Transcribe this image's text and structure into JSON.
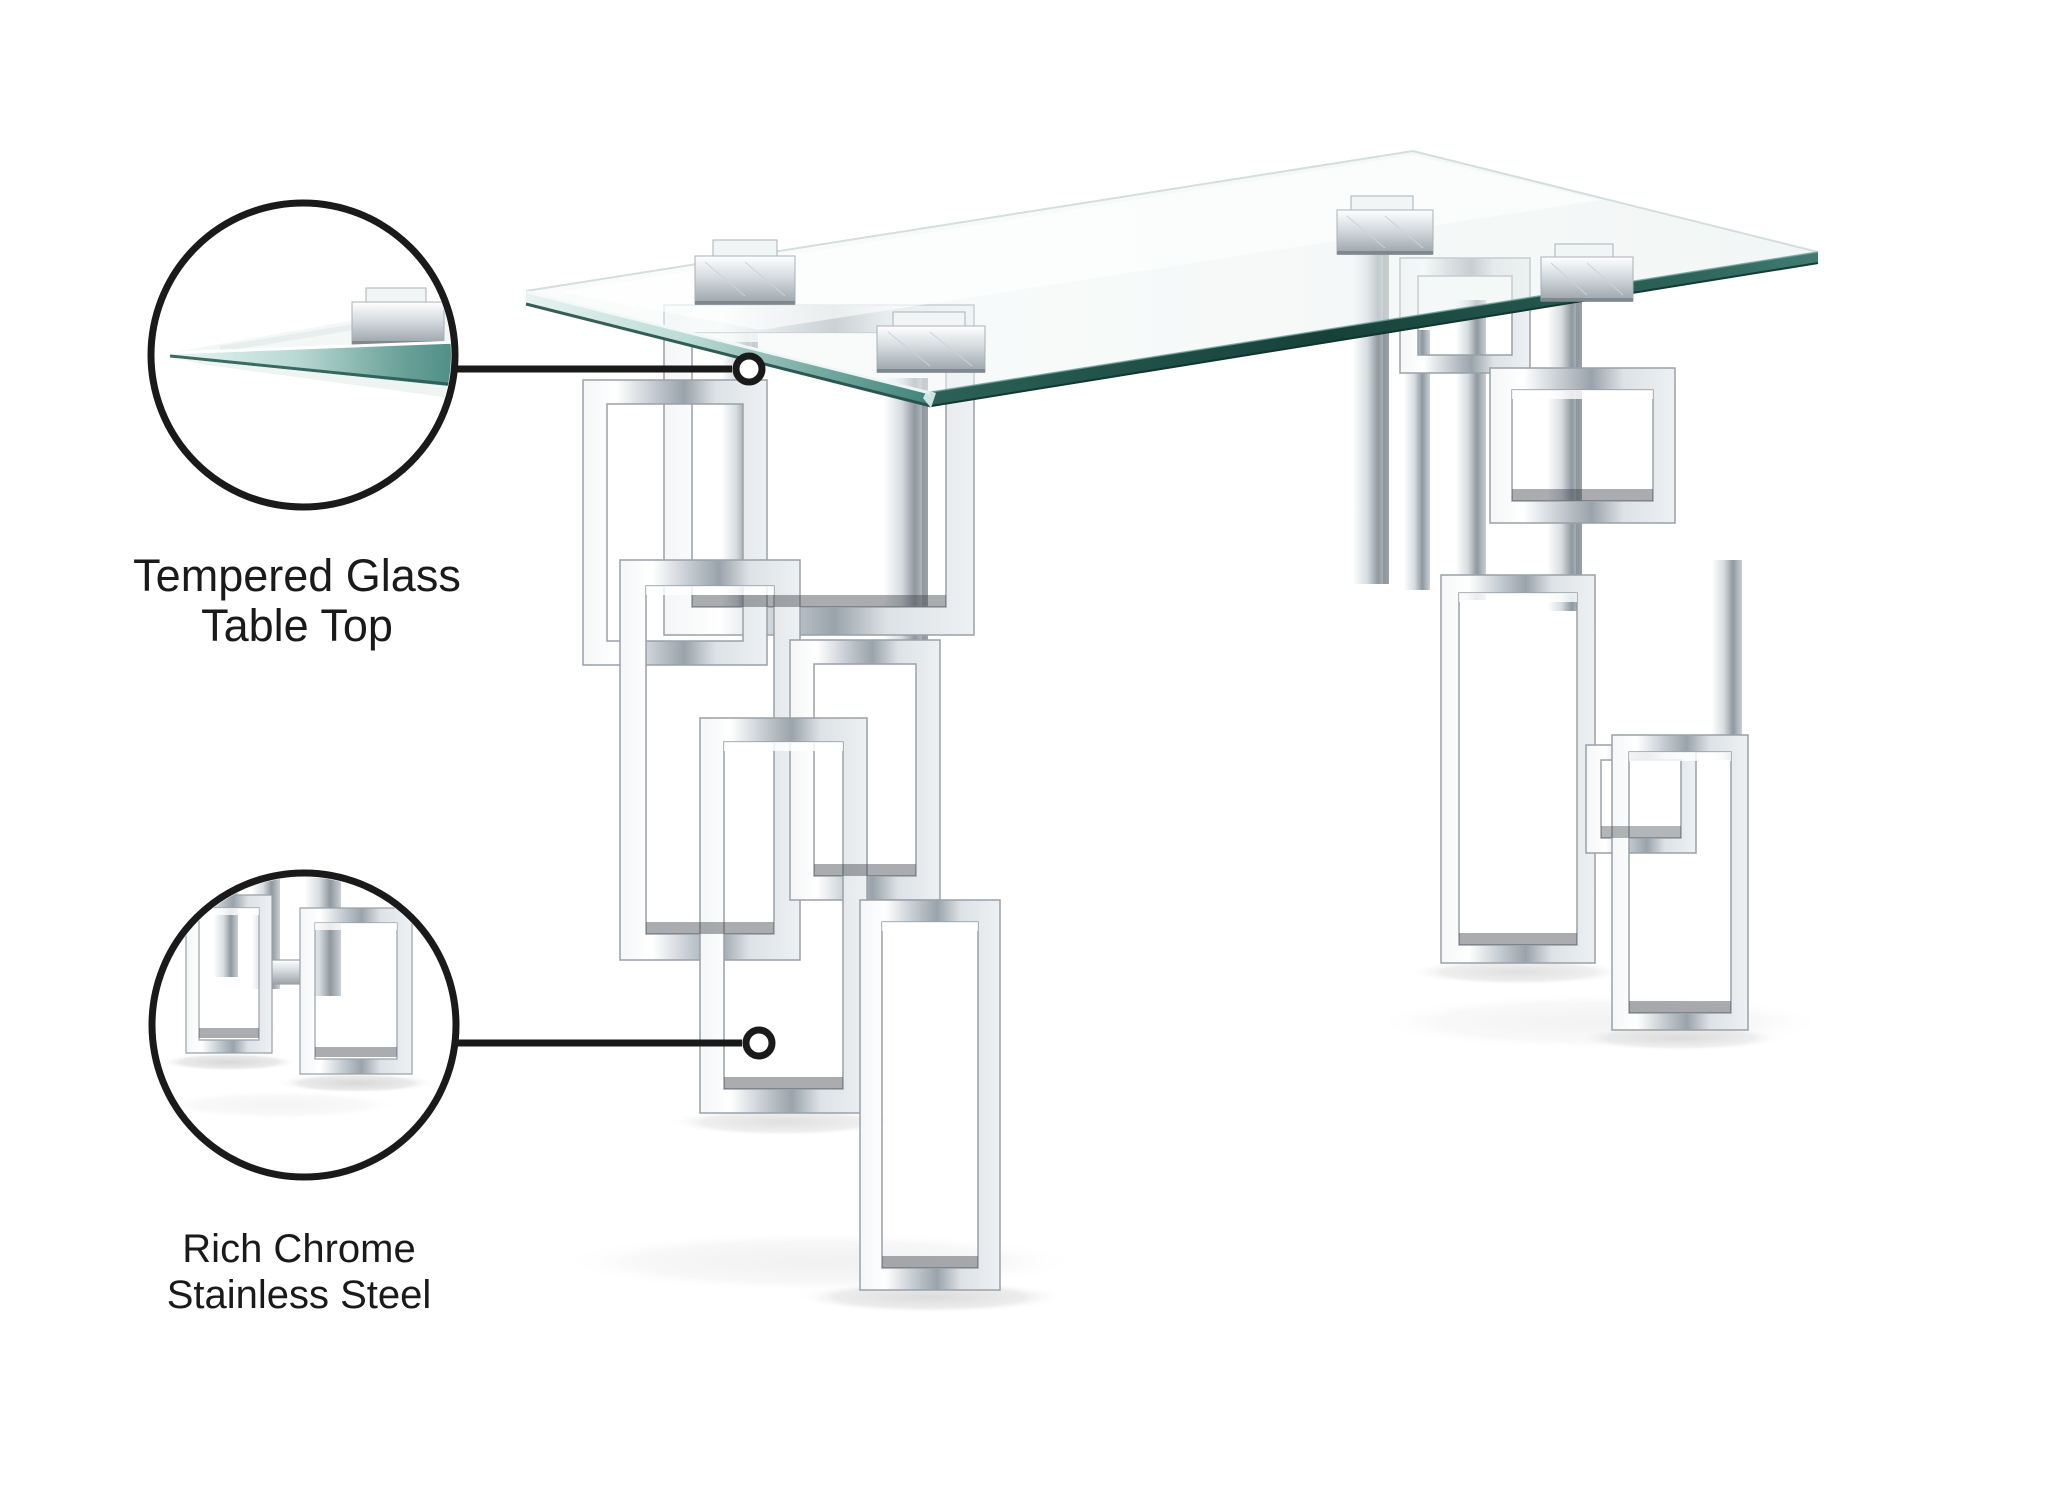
{
  "annotations": {
    "glass": {
      "line1": "Tempered Glass",
      "line2": "Table Top"
    },
    "chrome": {
      "line1": "Rich Chrome",
      "line2": "Stainless Steel"
    }
  },
  "colors": {
    "background": "#ffffff",
    "annotation_line": "#1a1a1a",
    "glass_edge_light": "#bcdcd6",
    "glass_edge_teal": "#41847b",
    "glass_edge_dark": "#1d4f47",
    "chrome_highlight": "#ffffff",
    "chrome_mid": "#c5ccd2",
    "chrome_shadow": "#9aa3ab"
  }
}
